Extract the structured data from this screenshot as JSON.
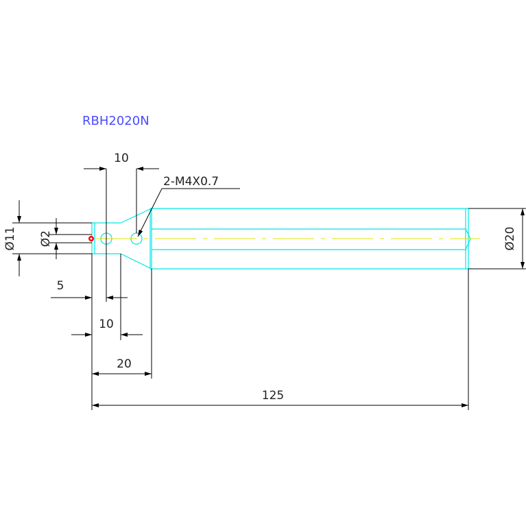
{
  "title": "RBH2020N",
  "dimensions": {
    "dia_11": "Ø11",
    "dia_2": "Ø2",
    "dia_20": "Ø20",
    "len_10_top": "10",
    "len_5": "5",
    "len_10_bottom": "10",
    "len_20": "20",
    "len_125": "125"
  },
  "callout": {
    "thread": "2-M4X0.7"
  },
  "colors": {
    "outline": "#00e5e5",
    "centerline": "#e0e000",
    "dimension": "#000000",
    "title": "#4b4bff",
    "marker": "#ff0000"
  }
}
